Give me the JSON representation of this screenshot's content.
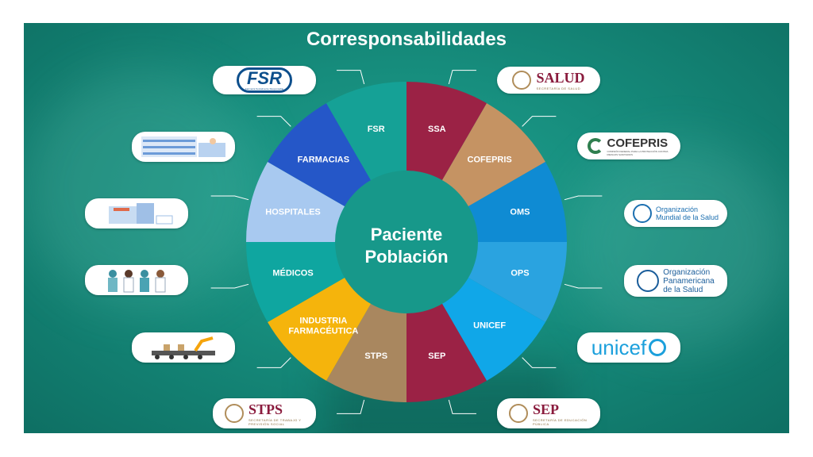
{
  "title": "Corresponsabilidades",
  "center": {
    "line1": "Paciente",
    "line2": "Población"
  },
  "segments": [
    {
      "label": "SSA",
      "color": "#9b2245"
    },
    {
      "label": "COFEPRIS",
      "color": "#c59363"
    },
    {
      "label": "OMS",
      "color": "#0f8bd3"
    },
    {
      "label": "OPS",
      "color": "#2aa3e0"
    },
    {
      "label": "UNICEF",
      "color": "#10a7e8"
    },
    {
      "label": "SEP",
      "color": "#9b2245"
    },
    {
      "label": "STPS",
      "color": "#a9875f"
    },
    {
      "label": "INDUSTRIA FARMACÉUTICA",
      "color": "#f5b40c"
    },
    {
      "label": "MÉDICOS",
      "color": "#0fa6a0"
    },
    {
      "label": "HOSPITALES",
      "color": "#a8c9f0"
    },
    {
      "label": "FARMACIAS",
      "color": "#2557c8"
    },
    {
      "label": "FSR",
      "color": "#15a196"
    }
  ],
  "logos": {
    "salud": {
      "name": "SALUD",
      "sub": "SECRETARÍA DE SALUD"
    },
    "cofepris": {
      "name": "COFEPRIS",
      "sub": "COMISIÓN FEDERAL PARA LA PROTECCIÓN CONTRA RIESGOS SANITARIOS"
    },
    "oms": {
      "line1": "Organización",
      "line2": "Mundial de la Salud"
    },
    "ops": {
      "line1": "Organización",
      "line2": "Panamericana",
      "line3": "de la Salud"
    },
    "unicef": {
      "name": "unicef"
    },
    "sep": {
      "name": "SEP",
      "sub": "SECRETARÍA DE EDUCACIÓN PÚBLICA"
    },
    "stps": {
      "name": "STPS",
      "sub": "SECRETARÍA DE TRABAJO Y PREVISIÓN SOCIAL"
    },
    "fsr": {
      "name": "FSR",
      "sub": "Farmacia Socialmente Responsable"
    }
  },
  "colors": {
    "background": "#168c7c",
    "connector": "#ffffff",
    "center": "#17988a"
  }
}
